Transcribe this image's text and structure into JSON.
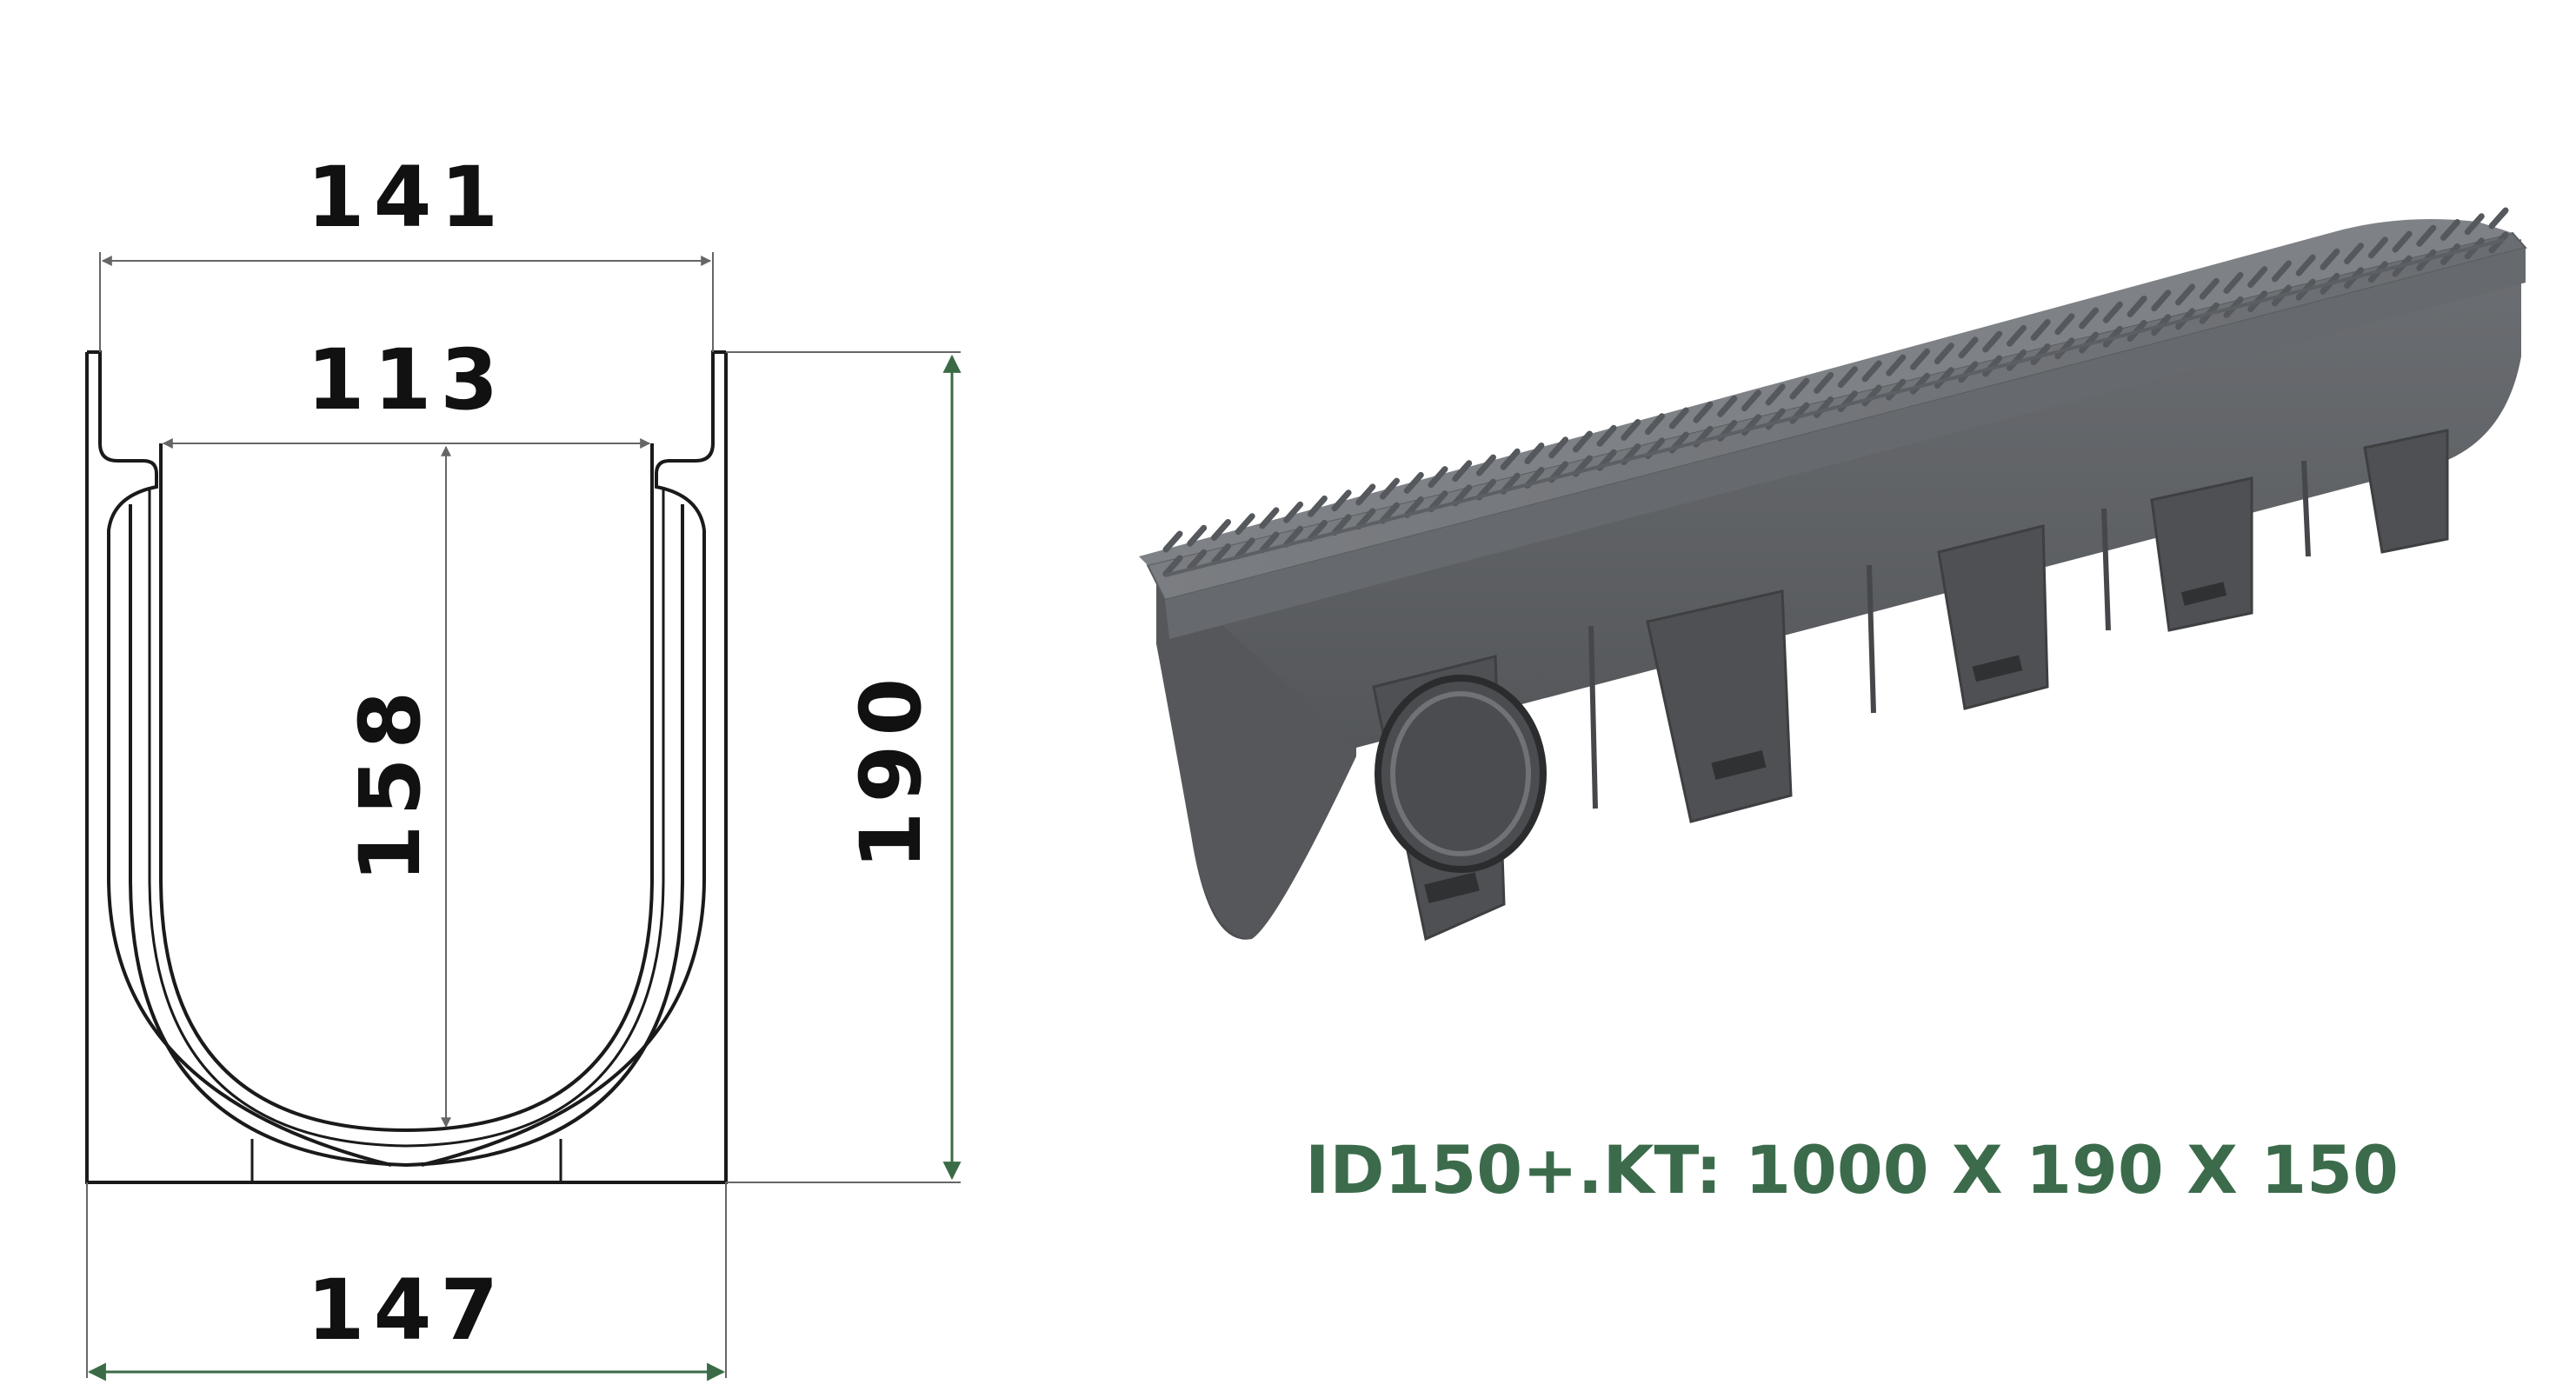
{
  "cross_section": {
    "dimensions": {
      "top_outer_width": "141",
      "inner_width": "113",
      "inner_depth": "158",
      "total_height": "190",
      "bottom_width": "147"
    },
    "line_color": "#1a1a1a",
    "dimension_line_color": "#3a6b46"
  },
  "product": {
    "model_label": "ID150+.KT: 1000 X 190 X 150",
    "model_label_color": "#3b6b4b",
    "body_color": "#5e6063",
    "grate_color": "#74777b"
  }
}
